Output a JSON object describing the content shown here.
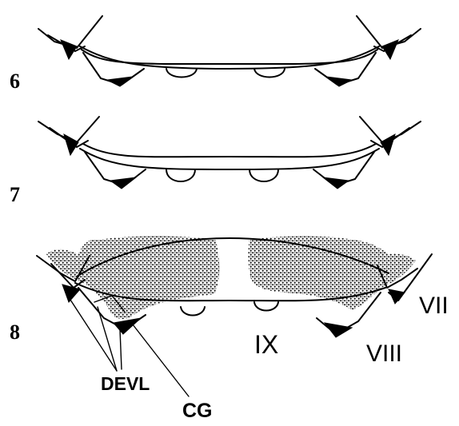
{
  "figure": {
    "panel_numbers": [
      "6",
      "7",
      "8"
    ],
    "segment_labels": [
      "VII",
      "VIII",
      "IX"
    ],
    "structure_labels": [
      "DEVL",
      "CG"
    ]
  },
  "colors": {
    "ink": "#000000",
    "background": "#ffffff"
  }
}
